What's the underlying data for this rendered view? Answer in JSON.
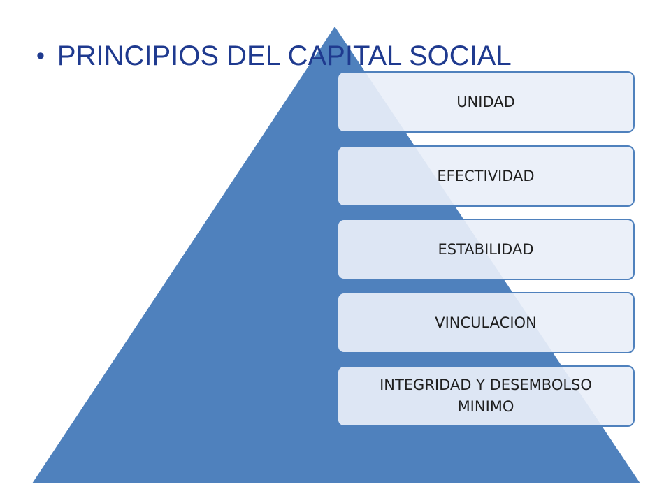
{
  "title": {
    "bullet": "•",
    "text": "PRINCIPIOS DEL CAPITAL SOCIAL"
  },
  "pyramid": {
    "levels": [
      "UNIDAD",
      "EFECTIVIDAD",
      "ESTABILIDAD",
      "VINCULACION",
      "INTEGRIDAD Y DESEMBOLSO MINIMO"
    ]
  },
  "colors": {
    "title_text": "#1f3a8f",
    "pyramid_fill": "#4f81bd",
    "level_box_fill": "#e9eff8",
    "level_box_border": "#4f81bd",
    "level_text": "#1f1f1f"
  }
}
